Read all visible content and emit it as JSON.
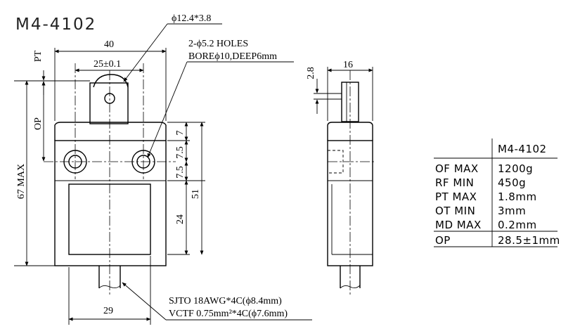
{
  "title": "M4-4102",
  "front_view": {
    "dim_width": "40",
    "dim_hole_pitch": "25±0.1",
    "roller": "ϕ12.4*3.8",
    "holes_line1": "2-ϕ5.2 HOLES",
    "holes_line2": "BOREϕ10,DEEP6mm",
    "pt": "PT",
    "op": "OP",
    "max_height": "67 MAX",
    "dim_7": "7",
    "dim_7_5a": "7.5",
    "dim_7_5b": "7.5",
    "dim_24": "24",
    "dim_51": "51",
    "dim_29": "29",
    "cable_line1": "SJTO 18AWG*4C(ϕ8.4mm)",
    "cable_line2": "VCTF 0.75mm²*4C(ϕ7.6mm)"
  },
  "side_view": {
    "dim_16": "16",
    "dim_2_8": "2.8"
  },
  "spec_table": {
    "header": "M4-4102",
    "rows": [
      {
        "label": "OF MAX",
        "value": "1200g"
      },
      {
        "label": "RF MIN",
        "value": "450g"
      },
      {
        "label": "PT MAX",
        "value": "1.8mm"
      },
      {
        "label": "OT MIN",
        "value": "3mm"
      },
      {
        "label": "MD MAX",
        "value": "0.2mm"
      }
    ],
    "op_row": {
      "label": "OP",
      "value": "28.5±1mm"
    }
  }
}
